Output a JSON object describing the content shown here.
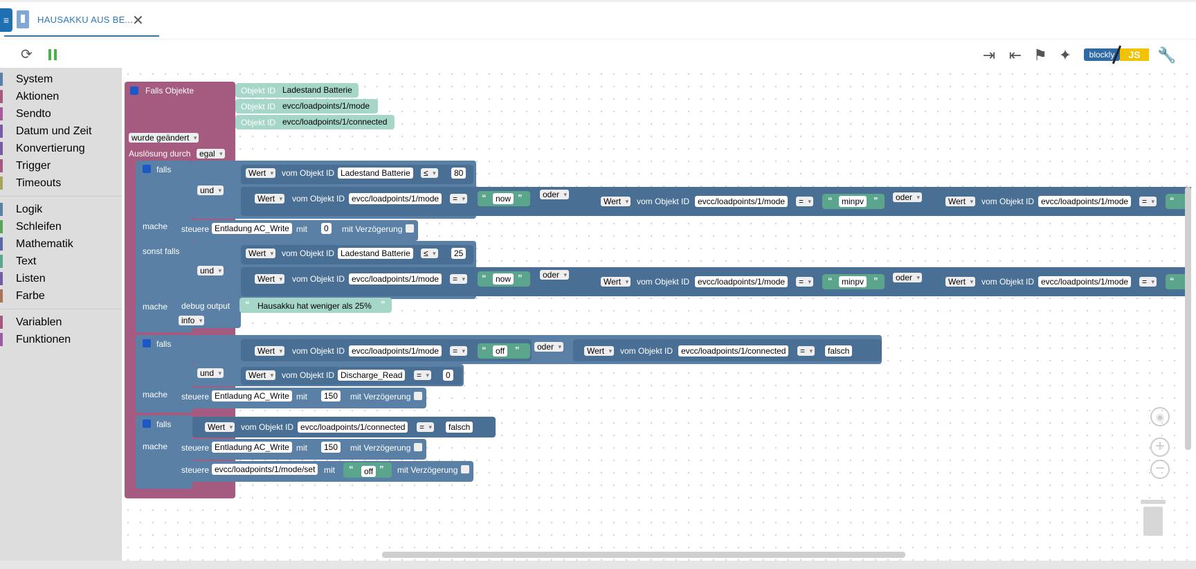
{
  "tab": {
    "title": "HAUSAKKU AUS BE...",
    "close": "✕"
  },
  "toolbar": {
    "reload": "⟳",
    "blockly": "blockly",
    "js": "JS"
  },
  "sidebar": {
    "groups": [
      [
        {
          "label": "System",
          "color": "#5b80a5"
        },
        {
          "label": "Aktionen",
          "color": "#a55b80"
        },
        {
          "label": "Sendto",
          "color": "#a55b9b"
        },
        {
          "label": "Datum und Zeit",
          "color": "#795ba5"
        },
        {
          "label": "Konvertierung",
          "color": "#795ba5"
        },
        {
          "label": "Trigger",
          "color": "#a55b80"
        },
        {
          "label": "Timeouts",
          "color": "#a5a55b"
        }
      ],
      [
        {
          "label": "Logik",
          "color": "#5b80a5"
        },
        {
          "label": "Schleifen",
          "color": "#5ba55b"
        },
        {
          "label": "Mathematik",
          "color": "#5b67a5"
        },
        {
          "label": "Text",
          "color": "#5ba58c"
        },
        {
          "label": "Listen",
          "color": "#745ba5"
        },
        {
          "label": "Farbe",
          "color": "#a5745b"
        }
      ],
      [
        {
          "label": "Variablen",
          "color": "#a55b80"
        },
        {
          "label": "Funktionen",
          "color": "#995ba5"
        }
      ]
    ]
  },
  "blocks": {
    "trigger": {
      "title": "Falls Objekte",
      "obj": "Objekt ID",
      "ids": [
        "Ladestand Batterie",
        "evcc/loadpoints/1/mode",
        "evcc/loadpoints/1/connected"
      ],
      "changed": "wurde geändert",
      "ausl": "Auslösung durch",
      "egal": "egal"
    },
    "falls": "falls",
    "und": "und",
    "oder": "oder",
    "mache": "mache",
    "sonst": "sonst falls",
    "wert": "Wert",
    "vom": "vom Objekt ID",
    "steuere": "steuere",
    "mit": "mit",
    "verz": "mit Verzögerung",
    "ladestand": "Ladestand Batterie",
    "mode": "evcc/loadpoints/1/mode",
    "connected": "evcc/loadpoints/1/connected",
    "discharge": "Discharge_Read",
    "le": "≤",
    "eq": "=",
    "v80": "80",
    "v25": "25",
    "v0": "0",
    "v150": "150",
    "now": "now",
    "minpv": "minpv",
    "off": "off",
    "falsch": "falsch",
    "entladung": "Entladung AC_Write",
    "modeset": "evcc/loadpoints/1/mode/set",
    "debug": "debug output",
    "msg": "Hausakku hat weniger als 25%",
    "info": "info"
  }
}
